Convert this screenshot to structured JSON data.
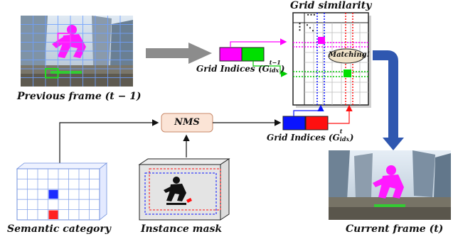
{
  "labels": {
    "previous_frame": "Previous frame (t − 1)",
    "current_frame": "Current frame (t)",
    "grid_similarity": "Grid similarity",
    "grid_indices_prev": "Grid Indices (G",
    "grid_indices_prev_sup": "t−1",
    "grid_indices_prev_sub": "idx",
    "grid_indices_cur": "Grid Indices (G",
    "grid_indices_cur_sup": "t",
    "grid_indices_cur_sub": "idx",
    "close_paren": ")",
    "nms": "NMS",
    "matching": "Matching!",
    "semantic_category": "Semantic category",
    "instance_mask": "Instance mask"
  },
  "colors": {
    "magenta": "#ff00ff",
    "green": "#00e000",
    "blue": "#0a14ff",
    "red": "#ff1010",
    "nms_fill": "#fbe4d6",
    "nms_border": "#c98a6a",
    "matching_fill": "#efe2c8",
    "big_arrow": "#2f57b0",
    "grey_arrow": "#8c8c8c",
    "grid_line": "#4a6fd8"
  },
  "icons": {
    "dots_horizontal": "⋯",
    "dots_vertical": "⋮",
    "dots_diagonal": "⋱"
  }
}
